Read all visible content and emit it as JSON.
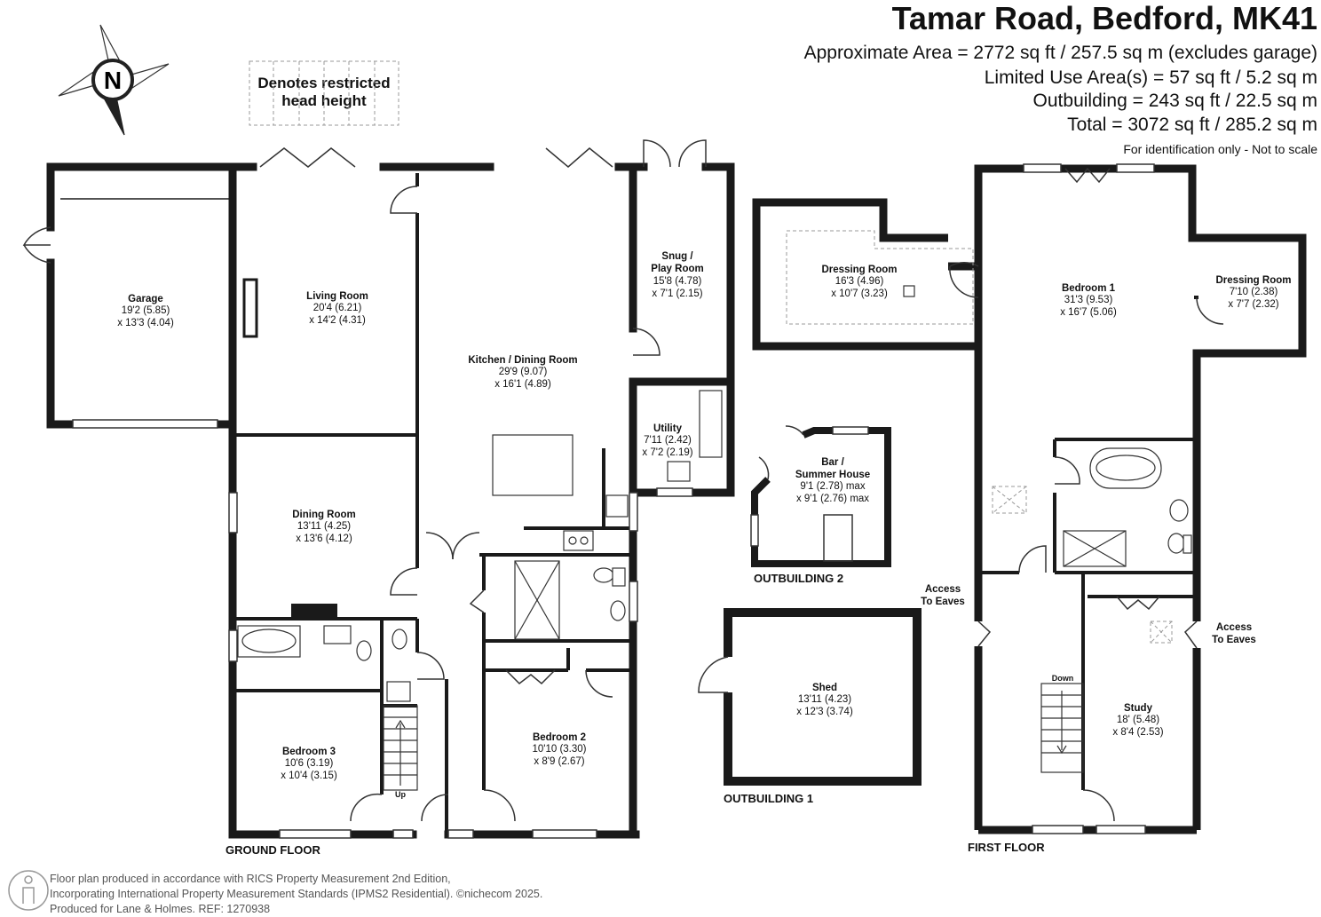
{
  "header": {
    "title": "Tamar Road, Bedford, MK41",
    "lines": [
      "Approximate Area = 2772 sq ft / 257.5 sq m (excludes garage)",
      "Limited Use Area(s) = 57 sq ft / 5.2 sq m",
      "Outbuilding = 243 sq ft / 22.5 sq m",
      "Total = 3072 sq ft / 285.2 sq m"
    ],
    "disclaimer": "For identification only - Not to scale"
  },
  "compass": {
    "letter": "N"
  },
  "legend": {
    "line1": "Denotes restricted",
    "line2": "head height"
  },
  "rooms": {
    "garage": {
      "name": "Garage",
      "dim1": "19'2 (5.85)",
      "dim2": "x 13'3 (4.04)"
    },
    "living": {
      "name": "Living Room",
      "dim1": "20'4 (6.21)",
      "dim2": "x 14'2 (4.31)"
    },
    "kitchen": {
      "name": "Kitchen / Dining Room",
      "dim1": "29'9 (9.07)",
      "dim2": "x 16'1 (4.89)"
    },
    "snug": {
      "name1": "Snug /",
      "name2": "Play Room",
      "dim1": "15'8 (4.78)",
      "dim2": "x 7'1 (2.15)"
    },
    "utility": {
      "name": "Utility",
      "dim1": "7'11 (2.42)",
      "dim2": "x 7'2 (2.19)"
    },
    "dining": {
      "name": "Dining Room",
      "dim1": "13'11 (4.25)",
      "dim2": "x 13'6 (4.12)"
    },
    "bedroom3": {
      "name": "Bedroom 3",
      "dim1": "10'6 (3.19)",
      "dim2": "x 10'4 (3.15)"
    },
    "bedroom2": {
      "name": "Bedroom 2",
      "dim1": "10'10 (3.30)",
      "dim2": "x 8'9 (2.67)"
    },
    "dressing1": {
      "name": "Dressing Room",
      "dim1": "16'3 (4.96)",
      "dim2": "x 10'7 (3.23)"
    },
    "bar": {
      "name1": "Bar /",
      "name2": "Summer House",
      "dim1": "9'1 (2.78) max",
      "dim2": "x 9'1 (2.76) max"
    },
    "shed": {
      "name": "Shed",
      "dim1": "13'11 (4.23)",
      "dim2": "x 12'3 (3.74)"
    },
    "bedroom1": {
      "name": "Bedroom 1",
      "dim1": "31'3 (9.53)",
      "dim2": "x 16'7 (5.06)"
    },
    "dressing2": {
      "name": "Dressing Room",
      "dim1": "7'10 (2.38)",
      "dim2": "x 7'7 (2.32)"
    },
    "study": {
      "name": "Study",
      "dim1": "18' (5.48)",
      "dim2": "x 8'4 (2.53)"
    }
  },
  "labels": {
    "ground_floor": "GROUND FLOOR",
    "first_floor": "FIRST FLOOR",
    "outbuilding1": "OUTBUILDING 1",
    "outbuilding2": "OUTBUILDING 2",
    "access_left_1": "Access",
    "access_left_2": "To Eaves",
    "access_right_1": "Access",
    "access_right_2": "To Eaves",
    "stairs_up": "Up",
    "stairs_down": "Down"
  },
  "footer": {
    "line1": "Floor plan produced in accordance with RICS Property Measurement 2nd Edition,",
    "line2": "Incorporating International Property Measurement Standards (IPMS2 Residential).  ©nichecom 2025.",
    "line3": "Produced for Lane & Holmes.   REF:  1270938"
  }
}
